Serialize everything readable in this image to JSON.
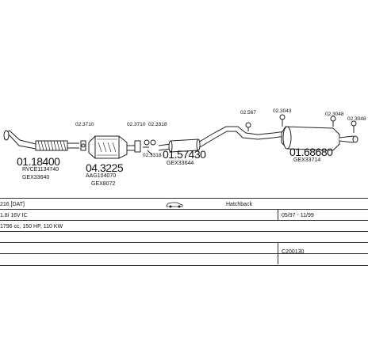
{
  "parts": {
    "p1": {
      "code": "01.18400",
      "ref1": "RVCE1134740",
      "ref2": "GEX33640"
    },
    "p2": {
      "code": "04.3225",
      "ref1": "AAG104070",
      "ref2": "GEX8072"
    },
    "p3": {
      "code": "01.57430",
      "ref1": "GEX33644"
    },
    "p4": {
      "code": "01.68680",
      "ref1": "GEX33714"
    }
  },
  "fittings": {
    "f1": "02.3710",
    "f2": "02.3710",
    "f3": "02.3318",
    "f4": "02.3318",
    "f5": "02.567",
    "f6": "02.3043",
    "f7": "02.3048",
    "f8": "02.3048"
  },
  "table": {
    "model": "216 [DAT]",
    "body": "Hatchback",
    "engine": "1.8i 16V IC",
    "dates": "05/97 - 11/99",
    "spec": "1796 cc, 150 HP, 110 KW",
    "code": "C200130"
  }
}
